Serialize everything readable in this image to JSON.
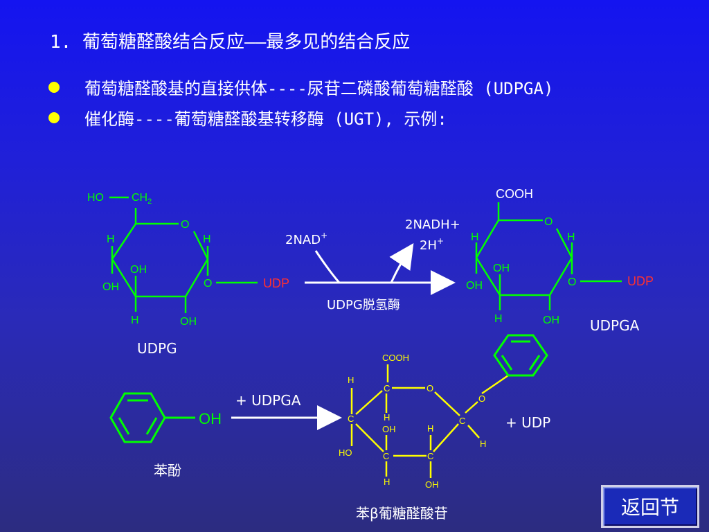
{
  "heading": "1. 葡萄糖醛酸结合反应——最多见的结合反应",
  "bullets": [
    "葡萄糖醛酸基的直接供体----尿苷二磷酸葡萄糖醛酸 (UDPGA)",
    "催化酶----葡萄糖醛酸基转移酶 (UGT), 示例:"
  ],
  "reaction1": {
    "udpg_ch2_label": "HO — CH2",
    "ring_o": "O",
    "atoms_h": "H",
    "atoms_oh": "OH",
    "link_o": "O",
    "udp": "UDP",
    "udpg_name": "UDPG",
    "cofactor_in": "2NAD+",
    "cofactor_out_1": "2NADH+",
    "cofactor_out_2": "2H+",
    "enzyme": "UDPG脱氢酶",
    "cooh": "COOH",
    "udpga_name": "UDPGA"
  },
  "reaction2": {
    "phenol_oh": "OH",
    "phenol_name": "苯酚",
    "reagent": "+ UDPGA",
    "cooh": "COOH",
    "c": "C",
    "o": "O",
    "h": "H",
    "oh": "OH",
    "ho": "HO",
    "plus_udp": "+   UDP",
    "product_name": "苯β葡糖醛酸苷"
  },
  "nav": {
    "return_label": "返回节"
  },
  "colors": {
    "bond_green": "#00ff00",
    "udp_red": "#ff3030",
    "bullet_yellow": "#ffff00",
    "product_yellow": "#ffff00"
  }
}
